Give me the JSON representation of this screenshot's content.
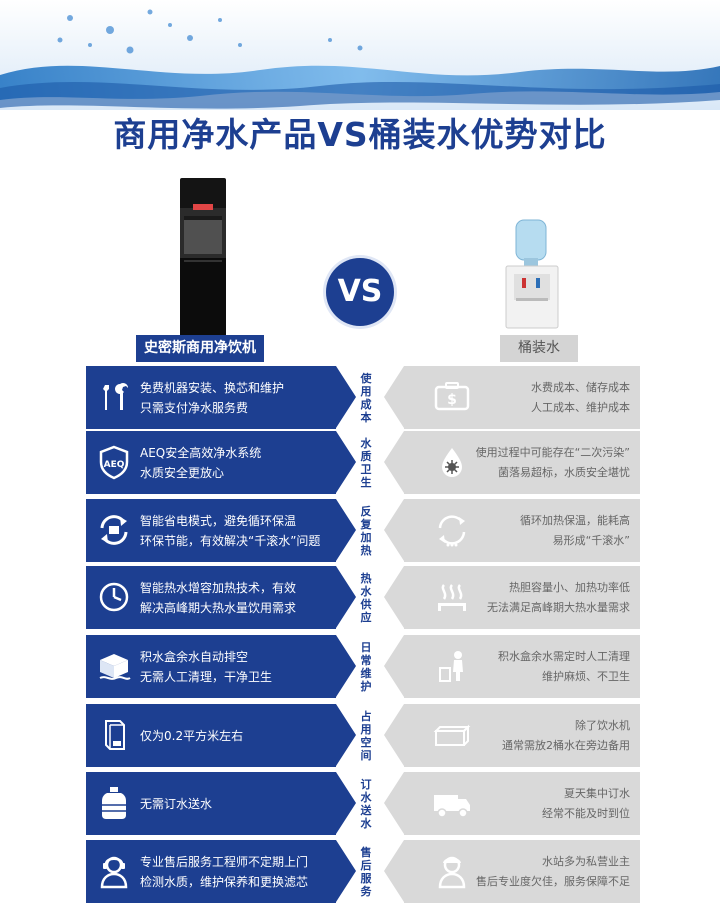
{
  "title": "商用净水产品VS桶装水优势对比",
  "vs_label": "VS",
  "left_header": "史密斯商用净饮机",
  "right_header": "桶装水",
  "rows": [
    {
      "category": "使用成本",
      "left": [
        "免费机器安装、换芯和维护",
        "只需支付净水服务费"
      ],
      "right": [
        "水费成本、储存成本",
        "人工成本、维护成本"
      ],
      "left_icon": "tools-icon",
      "right_icon": "money-icon"
    },
    {
      "category": "水质卫生",
      "left": [
        "AEQ安全高效净水系统",
        "水质安全更放心"
      ],
      "right": [
        "使用过程中可能存在“二次污染”",
        "菌落易超标，水质安全堪忧"
      ],
      "left_icon": "aeq-shield-icon",
      "right_icon": "germ-drop-icon",
      "left_icon_text": "AEQ"
    },
    {
      "category": "反复加热",
      "left": [
        "智能省电模式，避免循环保温",
        "环保节能，有效解决“千滚水”问题"
      ],
      "right": [
        "循环加热保温，能耗高",
        "易形成“千滚水”"
      ],
      "left_icon": "recycle-icon",
      "right_icon": "reheat-cycle-icon"
    },
    {
      "category": "热水供应",
      "left": [
        "智能热水增容加热技术，有效",
        "解决高峰期大热水量饮用需求"
      ],
      "right": [
        "热胆容量小、加热功率低",
        "无法满足高峰期大热水量需求"
      ],
      "left_icon": "clock-icon",
      "right_icon": "steam-icon"
    },
    {
      "category": "日常维护",
      "left": [
        "积水盒余水自动排空",
        "无需人工清理，干净卫生"
      ],
      "right": [
        "积水盒余水需定时人工清理",
        "维护麻烦、不卫生"
      ],
      "left_icon": "water-box-icon",
      "right_icon": "cleaning-person-icon"
    },
    {
      "category": "占用空间",
      "left": [
        "仅为0.2平方米左右"
      ],
      "right": [
        "除了饮水机",
        "通常需放2桶水在旁边备用"
      ],
      "left_icon": "cabinet-icon",
      "right_icon": "box-icon"
    },
    {
      "category": "订水送水",
      "left": [
        "无需订水送水"
      ],
      "right": [
        "夏天集中订水",
        "经常不能及时到位"
      ],
      "left_icon": "water-jug-icon",
      "right_icon": "delivery-truck-icon"
    },
    {
      "category": "售后服务",
      "left": [
        "专业售后服务工程师不定期上门",
        "检测水质，维护保养和更换滤芯"
      ],
      "right": [
        "水站多为私营业主",
        "售后专业度欠佳，服务保障不足"
      ],
      "left_icon": "service-engineer-icon",
      "right_icon": "worker-icon"
    }
  ],
  "colors": {
    "brand_blue": "#1d3f91",
    "grey_block": "#d9d9d9",
    "grey_text": "#666666"
  }
}
